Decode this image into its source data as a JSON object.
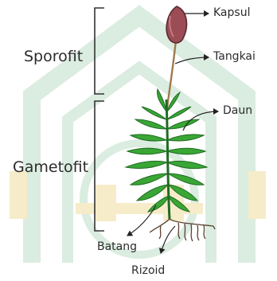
{
  "diagram": {
    "labels": {
      "sporofit": "Sporofit",
      "gametofit": "Gametofit",
      "kapsul": "Kapsul",
      "tangkai": "Tangkai",
      "daun": "Daun",
      "batang": "Batang",
      "rizoid": "Rizoid"
    },
    "icons": {
      "plant": "moss-plant-icon",
      "watermark": "watermark-logo"
    },
    "colors": {
      "leaf": "#3aa635",
      "leaf_dark": "#1f6b22",
      "capsule": "#9b4c55",
      "capsule_dark": "#5c2a30",
      "stalk": "#a07b4e",
      "rhizoid": "#5a4030",
      "bracket": "#333333",
      "arrow": "#222222",
      "watermark_green": "#dbece0",
      "watermark_gold": "#f6ecc9"
    }
  }
}
